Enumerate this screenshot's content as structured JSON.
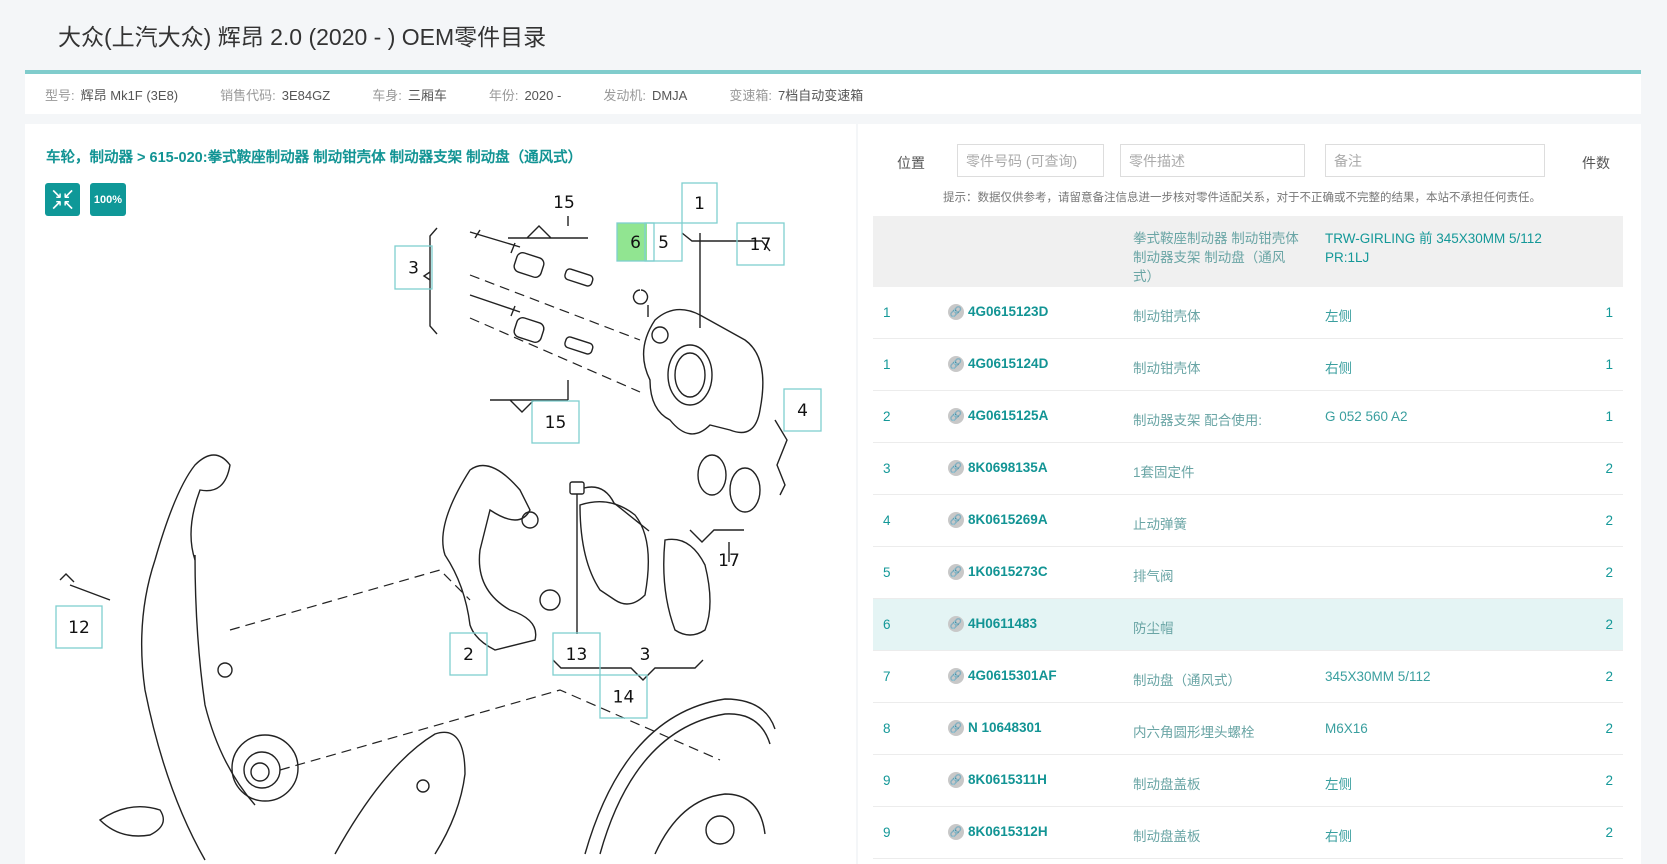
{
  "page_title": "大众(上汽大众) 辉昂 2.0 (2020 - ) OEM零件目录",
  "vehicle_info": [
    {
      "label": "型号:",
      "value": "辉昂 Mk1F (3E8)"
    },
    {
      "label": "销售代码:",
      "value": "3E84GZ"
    },
    {
      "label": "车身:",
      "value": "三厢车"
    },
    {
      "label": "年份:",
      "value": "2020 -"
    },
    {
      "label": "发动机:",
      "value": "DMJA"
    },
    {
      "label": "变速箱:",
      "value": "7档自动变速箱"
    }
  ],
  "breadcrumb": "车轮，制动器 > 615-020:拳式鞍座制动器 制动钳壳体 制动器支架 制动盘（通风式）",
  "toolbar": {
    "collapse_icon": "compress-icon",
    "zoom_label": "100%"
  },
  "diagram": {
    "callouts": [
      "1",
      "6",
      "5",
      "17",
      "3",
      "15",
      "4",
      "12",
      "2",
      "13",
      "14"
    ],
    "highlighted": "6",
    "labels": [
      "15",
      "17",
      "3"
    ]
  },
  "filters": {
    "position_label": "位置",
    "part_number_placeholder": "零件号码 (可查询)",
    "description_placeholder": "零件描述",
    "remark_placeholder": "备注",
    "quantity_label": "件数"
  },
  "notice": "提示：数据仅供参考，请留意备注信息进一步核对零件适配关系，对于不正确或不完整的结果，本站不承担任何责任。",
  "table_header": {
    "description": "拳式鞍座制动器 制动钳壳体 制动器支架 制动盘（通风式）",
    "remark": "TRW-GIRLING 前 345X30MM 5/112 PR:1LJ"
  },
  "colors": {
    "accent": "#0f9898",
    "highlight_row": "#e4f4f4",
    "highlight_callout": "#7ee07e"
  },
  "rows": [
    {
      "pos": "1",
      "code": "4G0615123D",
      "desc": "制动钳壳体",
      "note": "左侧",
      "qty": "1"
    },
    {
      "pos": "1",
      "code": "4G0615124D",
      "desc": "制动钳壳体",
      "note": "右侧",
      "qty": "1"
    },
    {
      "pos": "2",
      "code": "4G0615125A",
      "desc": "制动器支架 配合使用:",
      "note": "G 052 560 A2",
      "qty": "1"
    },
    {
      "pos": "3",
      "code": "8K0698135A",
      "desc": "1套固定件",
      "note": "",
      "qty": "2"
    },
    {
      "pos": "4",
      "code": "8K0615269A",
      "desc": "止动弹簧",
      "note": "",
      "qty": "2"
    },
    {
      "pos": "5",
      "code": "1K0615273C",
      "desc": "排气阀",
      "note": "",
      "qty": "2"
    },
    {
      "pos": "6",
      "code": "4H0611483",
      "desc": "防尘帽",
      "note": "",
      "qty": "2",
      "highlighted": true
    },
    {
      "pos": "7",
      "code": "4G0615301AF",
      "desc": "制动盘（通风式）",
      "note": "345X30MM 5/112",
      "qty": "2"
    },
    {
      "pos": "8",
      "code": "N 10648301",
      "desc": "内六角圆形埋头螺栓",
      "note": "M6X16",
      "qty": "2"
    },
    {
      "pos": "9",
      "code": "8K0615311H",
      "desc": "制动盘盖板",
      "note": "左侧",
      "qty": "2"
    },
    {
      "pos": "9",
      "code": "8K0615312H",
      "desc": "制动盘盖板",
      "note": "右侧",
      "qty": "2"
    }
  ]
}
